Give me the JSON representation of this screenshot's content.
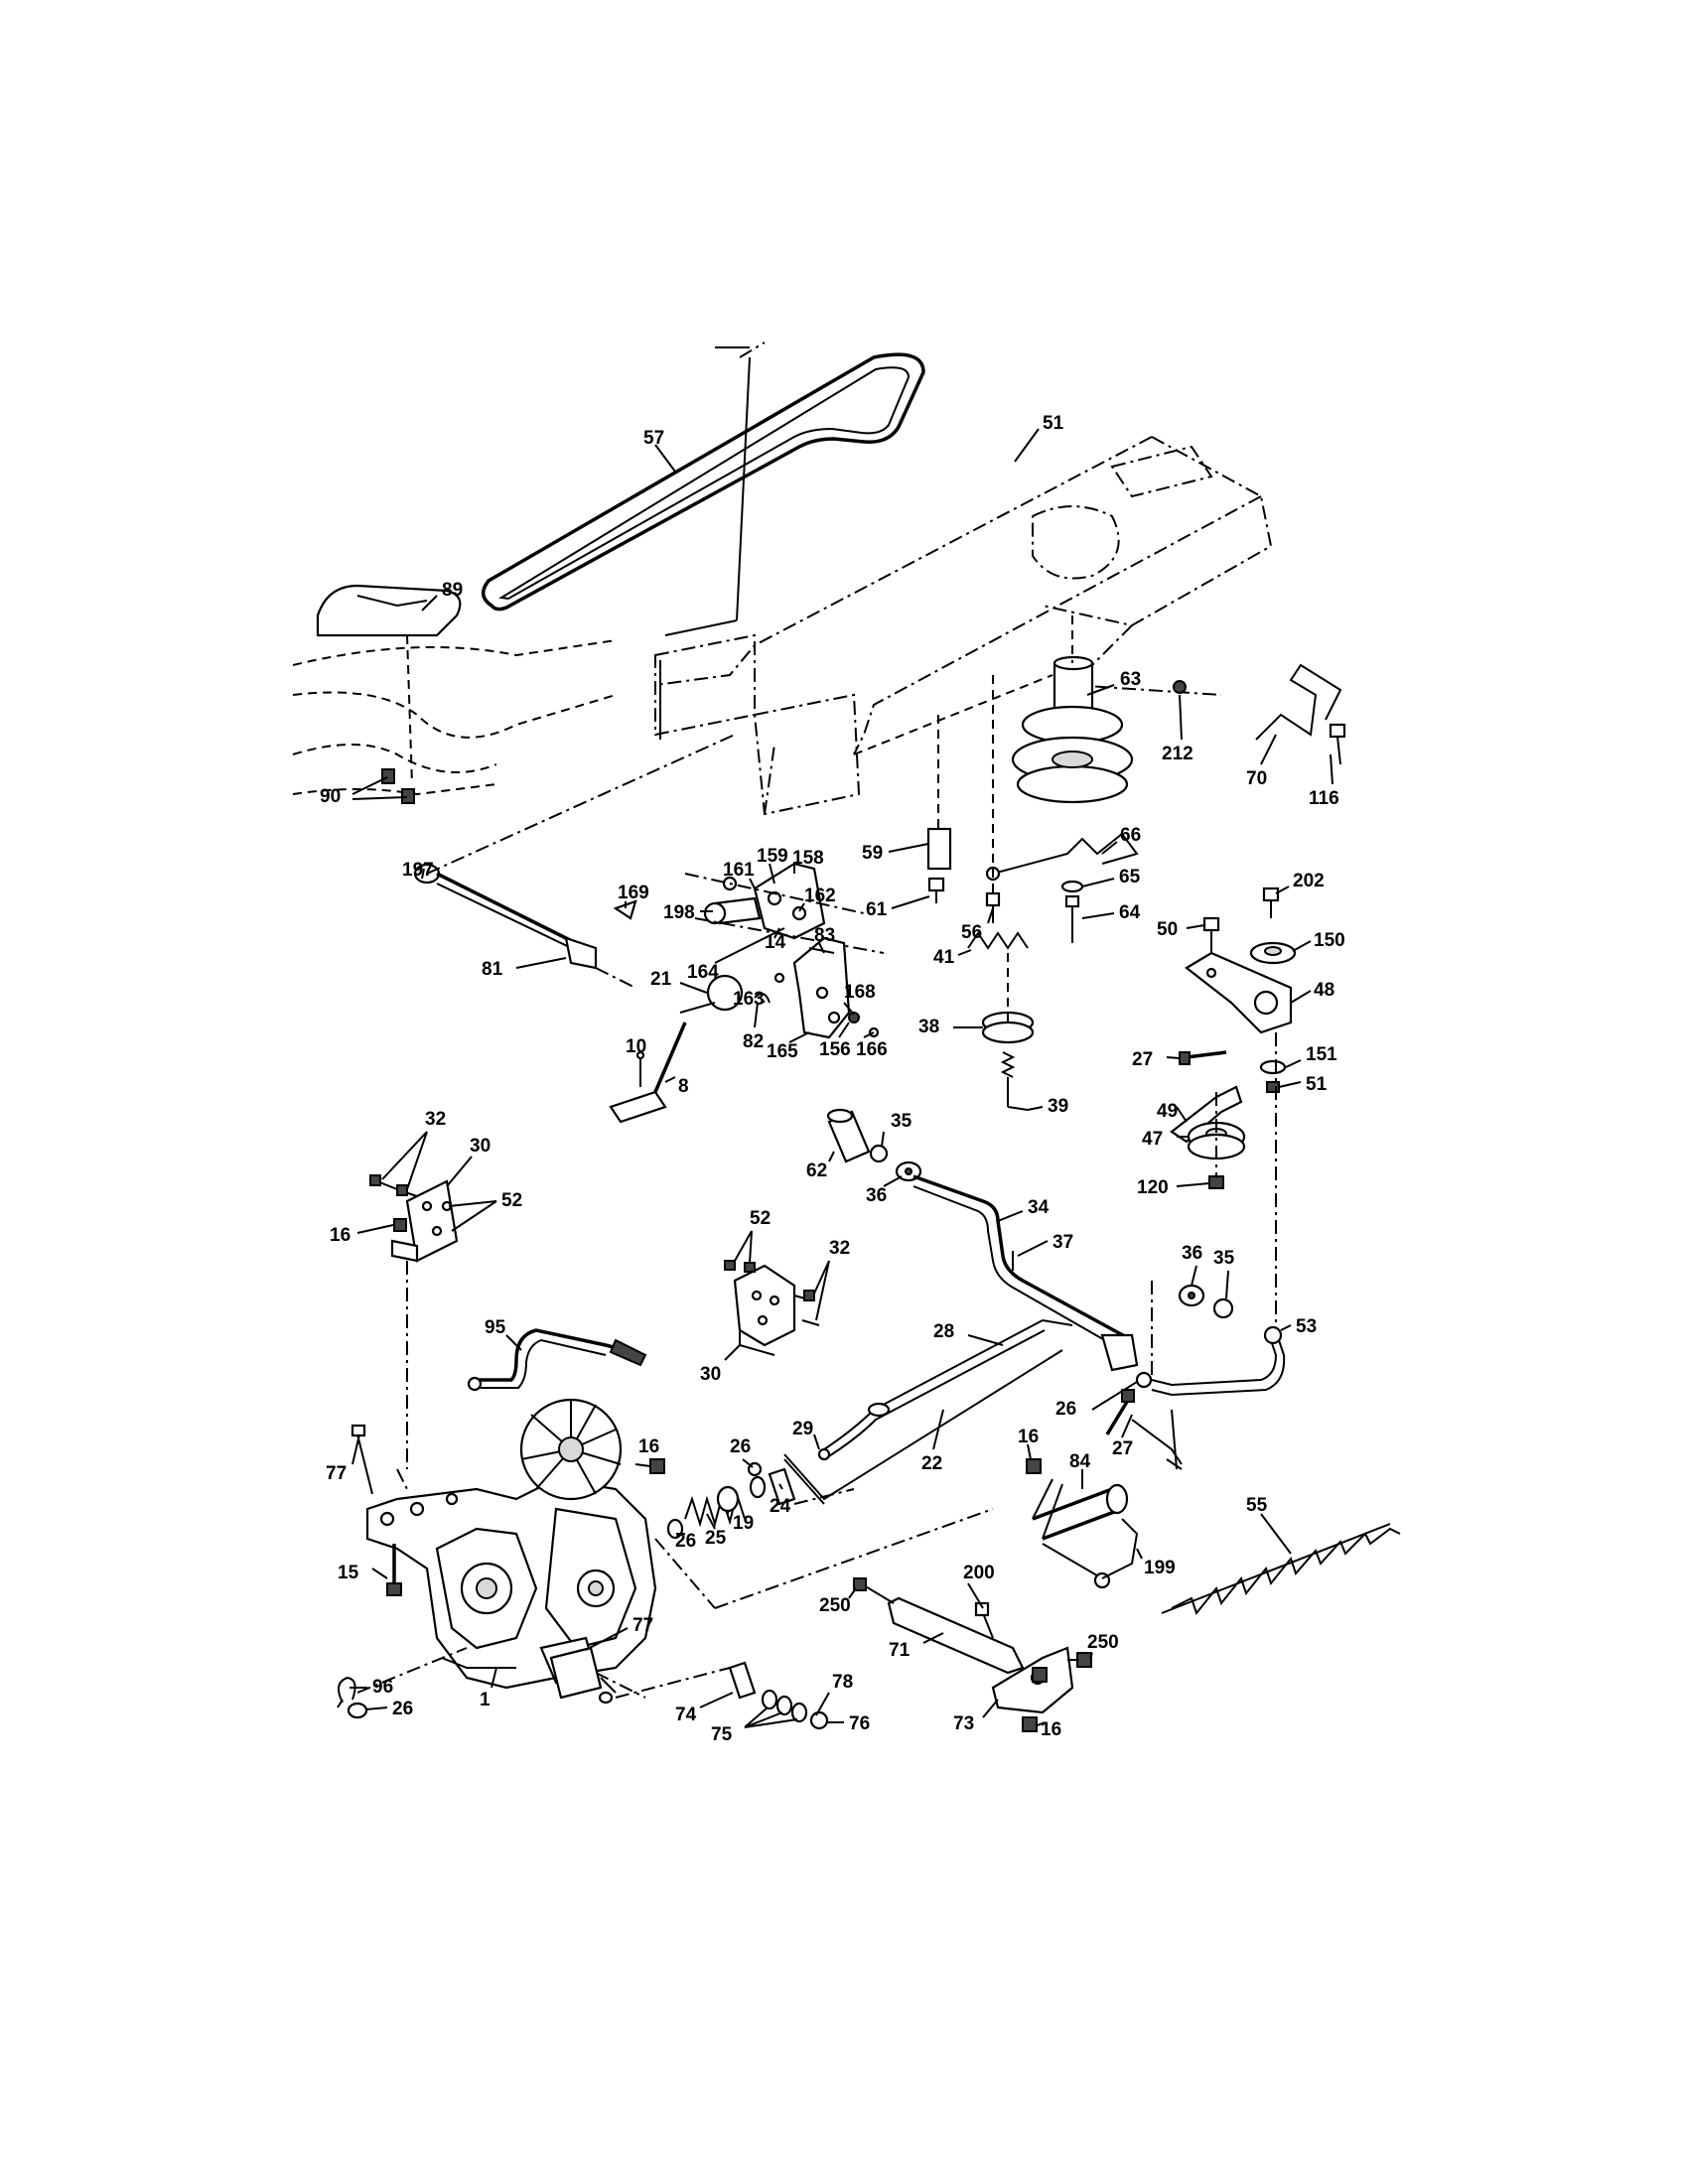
{
  "diagram": {
    "callouts": [
      "57",
      "51",
      "89",
      "63",
      "212",
      "70",
      "116",
      "90",
      "197",
      "59",
      "66",
      "65",
      "61",
      "64",
      "56",
      "41",
      "161",
      "159",
      "158",
      "162",
      "169",
      "198",
      "14",
      "164",
      "83",
      "163",
      "168",
      "82",
      "165",
      "156",
      "166",
      "81",
      "21",
      "10",
      "8",
      "202",
      "150",
      "50",
      "48",
      "38",
      "39",
      "27",
      "49",
      "151",
      "51",
      "47",
      "120",
      "35",
      "62",
      "36",
      "34",
      "37",
      "32",
      "30",
      "52",
      "16",
      "52",
      "32",
      "30",
      "36",
      "35",
      "53",
      "95",
      "28",
      "29",
      "22",
      "26",
      "27",
      "16",
      "84",
      "199",
      "55",
      "77",
      "16",
      "26",
      "24",
      "19",
      "25",
      "26",
      "15",
      "200",
      "250",
      "250",
      "71",
      "96",
      "26",
      "1",
      "77",
      "78",
      "74",
      "75",
      "76",
      "73",
      "16"
    ]
  }
}
